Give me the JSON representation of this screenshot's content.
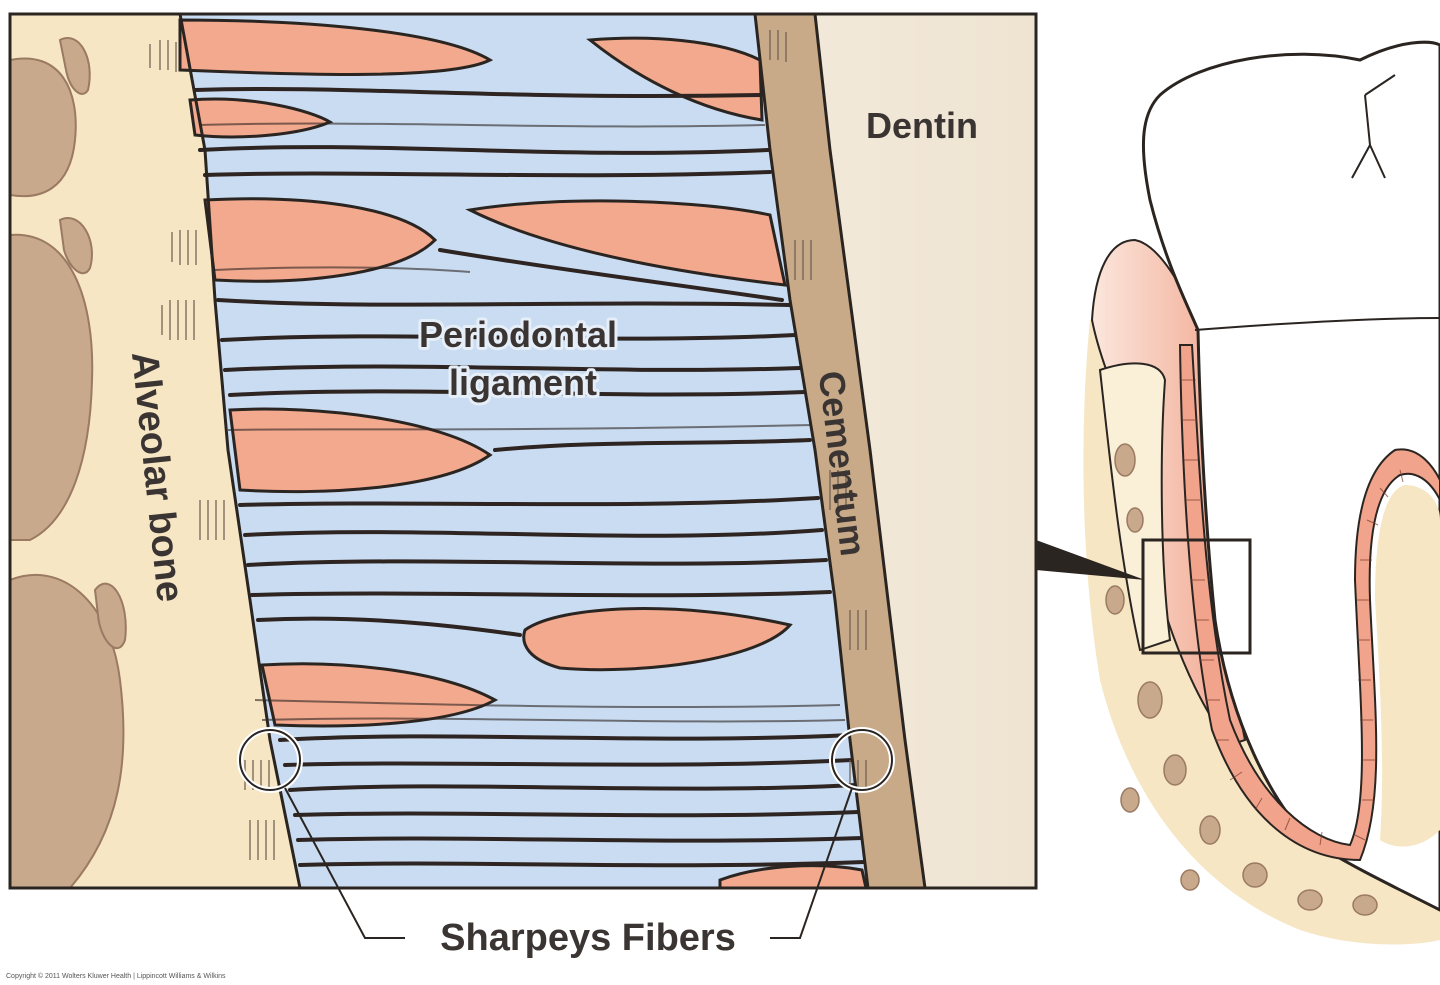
{
  "labels": {
    "dentin": "Dentin",
    "periodontal_ligament_line1": "Periodontal",
    "periodontal_ligament_line2": "ligament",
    "cementum": "Cementum",
    "alveolar_bone": "Alveolar bone",
    "sharpeys_fibers": "Sharpeys Fibers"
  },
  "copyright": "Copyright © 2011 Wolters Kluwer Health | Lippincott Williams & Wilkins",
  "colors": {
    "ligament": "#c9dcf2",
    "fiber": "#2e2522",
    "bone": "#f6e6c4",
    "marrow": "#c9a98c",
    "cementum": "#c8aa88",
    "dentin": "#f3eadb",
    "gum": "#f2a98e",
    "outline": "#2b2522"
  }
}
